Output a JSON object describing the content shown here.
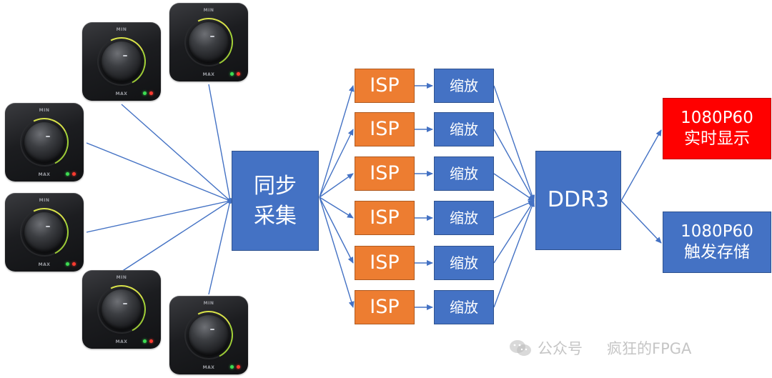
{
  "nodes": {
    "sync": "同步\n采集",
    "isp_label": "ISP",
    "scale_label": "缩放",
    "ddr": "DDR3",
    "display": {
      "line1": "1080P60",
      "line2": "实时显示",
      "color": "#ff0000"
    },
    "storage": {
      "line1": "1080P60",
      "line2": "触发存储",
      "color": "#4472c4"
    }
  },
  "camera": {
    "min_label": "MIN",
    "max_label": "MAX"
  },
  "colors": {
    "blue": "#4472c4",
    "orange": "#ed7d31",
    "arrow": "#4472c4"
  },
  "watermark": {
    "label1": "公众号",
    "label2": "疯狂的FPGA",
    "icon": "wechat-icon"
  }
}
